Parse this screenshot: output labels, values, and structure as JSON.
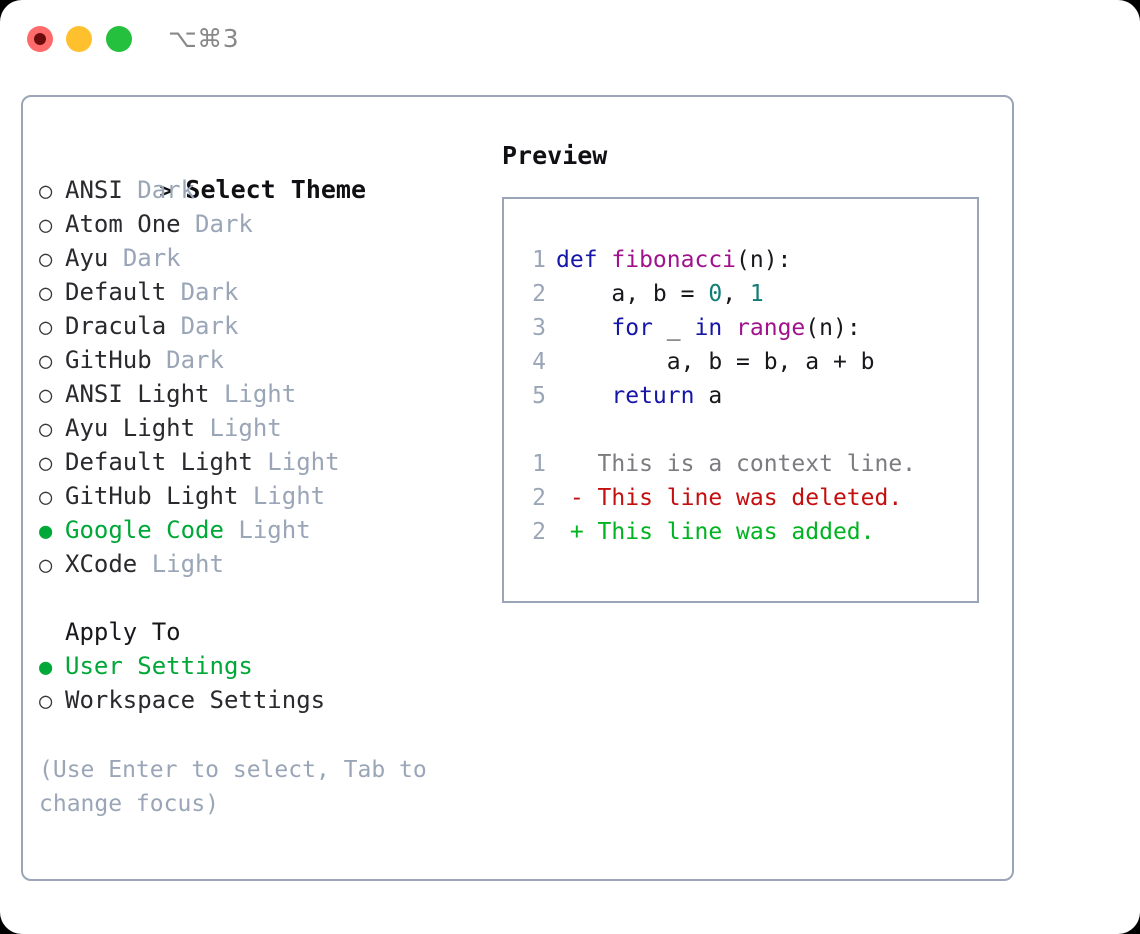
{
  "titlebar": {
    "shortcut": "⌥⌘3",
    "buttons": [
      {
        "name": "close",
        "color": "#ff6b6b"
      },
      {
        "name": "minimize",
        "color": "#ffc02e"
      },
      {
        "name": "maximize",
        "color": "#24c03e"
      }
    ]
  },
  "theme_list": {
    "header_marker": ">",
    "header": "Select Theme",
    "items": [
      {
        "marker": "○",
        "name": "ANSI",
        "variant": "Dark",
        "selected": false
      },
      {
        "marker": "○",
        "name": "Atom One",
        "variant": "Dark",
        "selected": false
      },
      {
        "marker": "○",
        "name": "Ayu",
        "variant": "Dark",
        "selected": false
      },
      {
        "marker": "○",
        "name": "Default",
        "variant": "Dark",
        "selected": false
      },
      {
        "marker": "○",
        "name": "Dracula",
        "variant": "Dark",
        "selected": false
      },
      {
        "marker": "○",
        "name": "GitHub",
        "variant": "Dark",
        "selected": false
      },
      {
        "marker": "○",
        "name": "ANSI Light",
        "variant": "Light",
        "selected": false
      },
      {
        "marker": "○",
        "name": "Ayu Light",
        "variant": "Light",
        "selected": false
      },
      {
        "marker": "○",
        "name": "Default Light",
        "variant": "Light",
        "selected": false
      },
      {
        "marker": "○",
        "name": "GitHub Light",
        "variant": "Light",
        "selected": false
      },
      {
        "marker": "●",
        "name": "Google Code",
        "variant": "Light",
        "selected": true
      },
      {
        "marker": "○",
        "name": "XCode",
        "variant": "Light",
        "selected": false
      }
    ]
  },
  "apply_to": {
    "header": "Apply To",
    "options": [
      {
        "marker": "●",
        "label": "User Settings",
        "selected": true
      },
      {
        "marker": "○",
        "label": "Workspace Settings",
        "selected": false
      }
    ]
  },
  "hint": "(Use Enter to select, Tab to change focus)",
  "preview": {
    "title": "Preview",
    "code_lines": [
      {
        "ln": "1",
        "tokens": [
          {
            "t": "def ",
            "c": "kw"
          },
          {
            "t": "fibonacci",
            "c": "fn"
          },
          {
            "t": "(n):",
            "c": "pl"
          }
        ]
      },
      {
        "ln": "2",
        "tokens": [
          {
            "t": "    a, b = ",
            "c": "pl"
          },
          {
            "t": "0",
            "c": "num"
          },
          {
            "t": ", ",
            "c": "pl"
          },
          {
            "t": "1",
            "c": "num"
          }
        ]
      },
      {
        "ln": "3",
        "tokens": [
          {
            "t": "    ",
            "c": "pl"
          },
          {
            "t": "for",
            "c": "kw"
          },
          {
            "t": " _ ",
            "c": "pl"
          },
          {
            "t": "in",
            "c": "kw"
          },
          {
            "t": " ",
            "c": "pl"
          },
          {
            "t": "range",
            "c": "fn"
          },
          {
            "t": "(n):",
            "c": "pl"
          }
        ]
      },
      {
        "ln": "4",
        "tokens": [
          {
            "t": "        a, b = b, a + b",
            "c": "pl"
          }
        ]
      },
      {
        "ln": "5",
        "tokens": [
          {
            "t": "    ",
            "c": "pl"
          },
          {
            "t": "return",
            "c": "kw"
          },
          {
            "t": " a",
            "c": "pl"
          }
        ]
      },
      {
        "ln": "",
        "tokens": []
      },
      {
        "ln": "1",
        "tokens": [
          {
            "t": "   This is a context line.",
            "c": "ctx"
          }
        ]
      },
      {
        "ln": "2",
        "tokens": [
          {
            "t": " - This line was deleted.",
            "c": "del"
          }
        ]
      },
      {
        "ln": "2",
        "tokens": [
          {
            "t": " + This line was added.",
            "c": "add"
          }
        ]
      }
    ]
  },
  "colors": {
    "border": "#9aa6b7",
    "accent_green": "#00a838",
    "muted": "#9aa6b7",
    "keyword": "#1515a8",
    "function": "#a0128c",
    "number": "#0f7c75",
    "diff_delete": "#c40f0f",
    "diff_add": "#00b321",
    "context": "#7b7b80"
  }
}
